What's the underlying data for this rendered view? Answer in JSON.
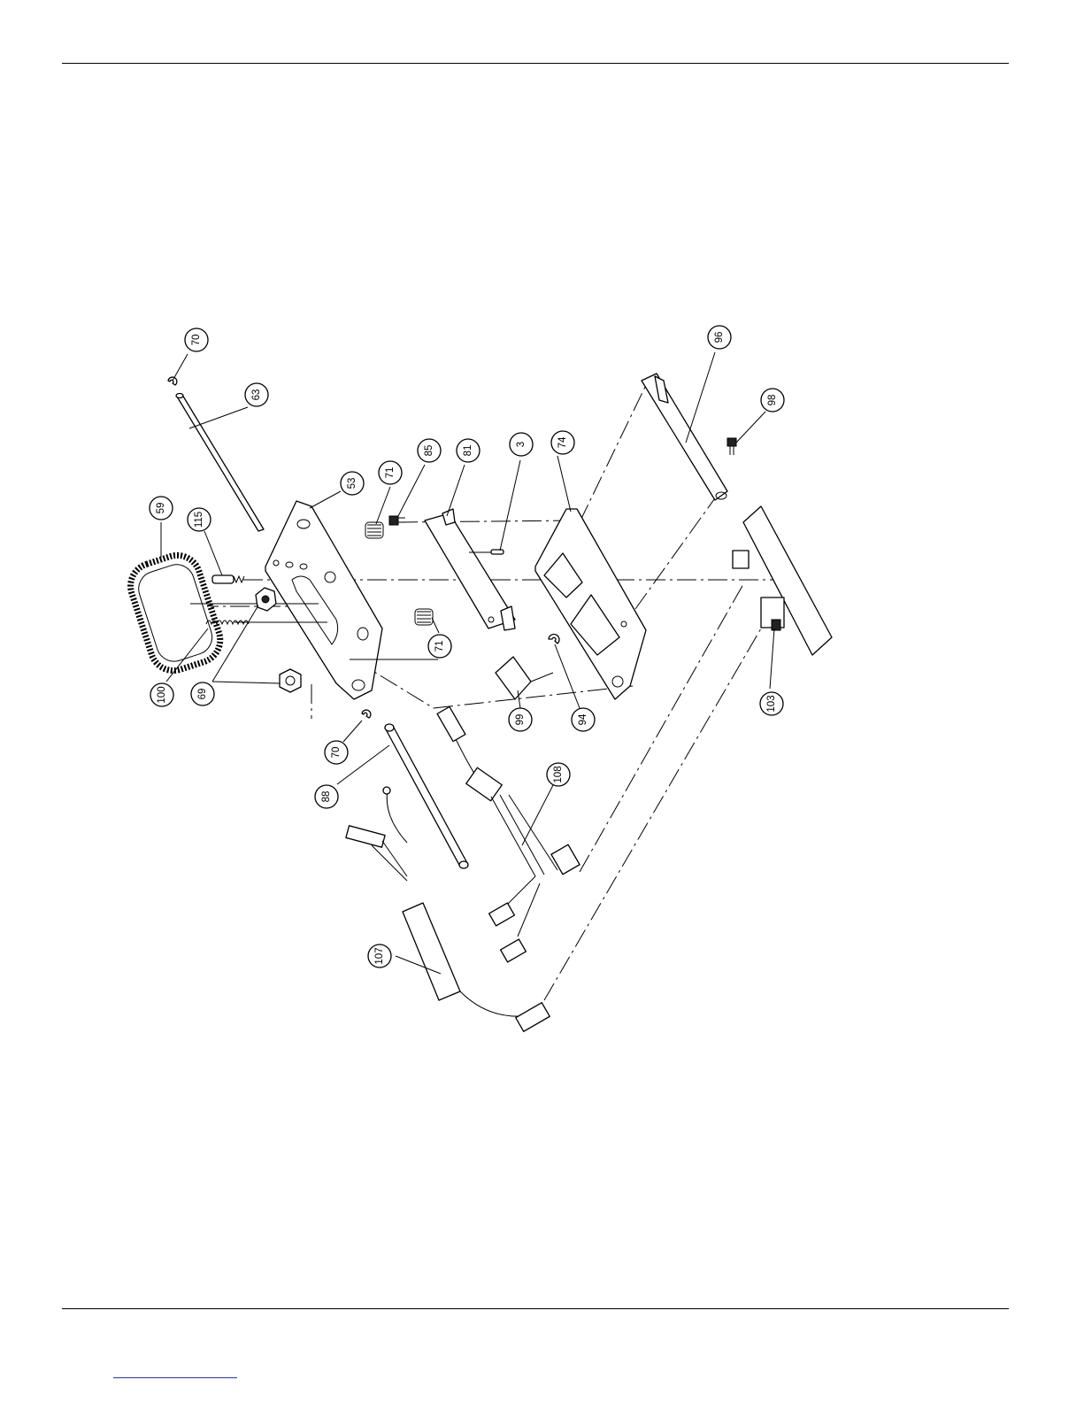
{
  "callouts": [
    {
      "label": "70"
    },
    {
      "label": "63"
    },
    {
      "label": "59"
    },
    {
      "label": "115"
    },
    {
      "label": "53"
    },
    {
      "label": "71"
    },
    {
      "label": "85"
    },
    {
      "label": "81"
    },
    {
      "label": "3"
    },
    {
      "label": "74"
    },
    {
      "label": "96"
    },
    {
      "label": "98"
    },
    {
      "label": "71"
    },
    {
      "label": "100"
    },
    {
      "label": "69"
    },
    {
      "label": "70"
    },
    {
      "label": "88"
    },
    {
      "label": "99"
    },
    {
      "label": "94"
    },
    {
      "label": "108"
    },
    {
      "label": "103"
    },
    {
      "label": "107"
    }
  ]
}
